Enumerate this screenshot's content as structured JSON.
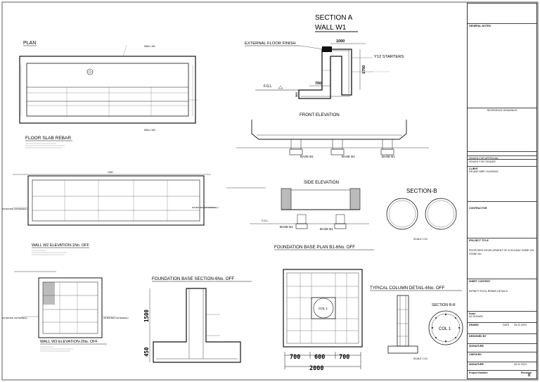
{
  "titles": {
    "section_a": "SECTION A",
    "wall_w1": "WALL W1",
    "plan": "PLAN",
    "floor_slab_rebar": "FLOOR SLAB REBAR",
    "front_elevation": "FRONT ELEVATION",
    "side_elevation": "SIDE ELEVATION",
    "section_b": "SECTION-B",
    "wall_w2_elevation": "WALL W2 ELEVATION-1No. OFF",
    "wall_w3_elevation": "WALL W3 ELEVATION-2No. OFF",
    "foundation_base_section": "FOUNDATION BASE SECTION-6No. OFF",
    "foundation_base_plan": "FOUNDATION BASE PLAN B1-6No. OFF",
    "typical_column_detail": "TYPICAL COLUMN DETAIL-6No. OFF",
    "section_rr": "SECTION R-R"
  },
  "labels": {
    "external_floor_finish": "EXTERNAL FLOOR FINISH",
    "y12_starters": "Y12 STARTERS",
    "fgl": "F.G.L",
    "wall_w1_plan": "WALL W1",
    "wall_w2_plan": "WALL W2",
    "base_b1": "BASE B1",
    "col1": "COL 1",
    "scale": "SCALE 1:10",
    "water_bar": "WATER BAR (WATERSEAL)"
  },
  "dimensions": {
    "d1000": "1000",
    "d1750": "1750",
    "d700": "700",
    "d300": "300",
    "d1500": "1500",
    "d450": "450",
    "d700b": "700",
    "d600": "600",
    "d700c": "700",
    "d2000": "2000"
  },
  "title_block": {
    "general_notes": "GENERAL NOTES",
    "reference_drawings": "REFERENCE DRAWINGS",
    "issued_for_approval": "ISSUED FOR APPROVAL",
    "issued_for_tender": "ISSUED FOR TENDER",
    "client_label": "CLIENT",
    "client": "DR AND MRS YILDENGA",
    "contractor_label": "CONTRACTOR",
    "project_title_label": "PROJECT TITLE",
    "project_title": "PROPOSED DEVELOPMENT OF A HOLIDAY HOME ON STAND No.",
    "sheet_content_label": "SHEET CONTENT",
    "sheet_content": "INFINITY POOL REBAR DETAILS",
    "scale_label": "Scale",
    "scale_value": "AS SHOWN",
    "drawn_label": "DRAWN",
    "date_label": "DATE",
    "date_value": "28.11.2024",
    "designed_label": "DESIGNED BY",
    "signature_label": "SIGNATURE",
    "checked_label": "CHECKED",
    "project_number_label": "Project Number",
    "revision_label": "Revision",
    "revision_value": "0"
  }
}
